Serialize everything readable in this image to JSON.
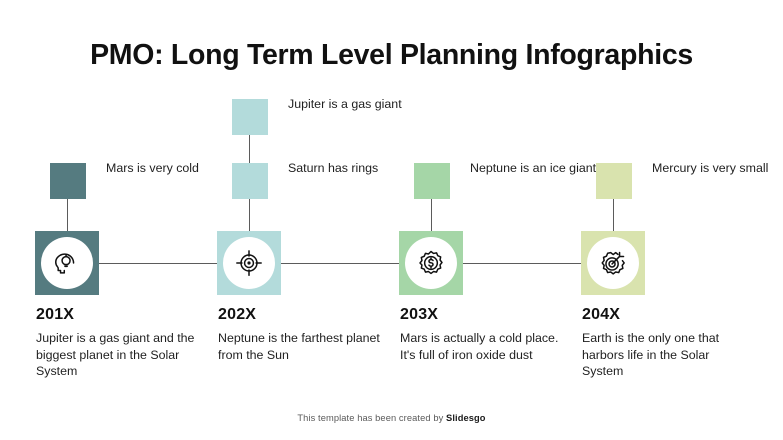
{
  "slide": {
    "title": "PMO: Long Term Level Planning Infographics",
    "background_color": "#ffffff"
  },
  "palette": {
    "milestone_1": "#557b80",
    "milestone_2": "#b3dbdb",
    "milestone_3": "#a5d6a7",
    "milestone_4": "#d9e3ae",
    "line": "#5b5b5b",
    "text": "#1f1f1f",
    "heading": "#111111"
  },
  "milestones": [
    {
      "year": "201X",
      "description": "Jupiter is a gas giant and the biggest planet in the Solar System",
      "icon": "head-lightbulb-icon",
      "color": "#557b80",
      "annotations": [
        {
          "label": "Mars is very cold"
        }
      ]
    },
    {
      "year": "202X",
      "description": "Neptune is the farthest planet from the Sun",
      "icon": "crosshair-target-icon",
      "color": "#b3dbdb",
      "annotations": [
        {
          "label": "Jupiter is a gas giant"
        },
        {
          "label": "Saturn has rings"
        }
      ]
    },
    {
      "year": "203X",
      "description": "Mars is actually a cold place. It's full of iron oxide dust",
      "icon": "dollar-badge-icon",
      "color": "#a5d6a7",
      "annotations": [
        {
          "label": "Neptune is an ice giant"
        }
      ]
    },
    {
      "year": "204X",
      "description": "Earth is the only one that harbors life in the Solar System",
      "icon": "target-dart-icon",
      "color": "#d9e3ae",
      "annotations": [
        {
          "label": "Mercury is very small"
        }
      ]
    }
  ],
  "footer": {
    "prefix": "This template has been created by ",
    "brand": "Slidesgo"
  }
}
